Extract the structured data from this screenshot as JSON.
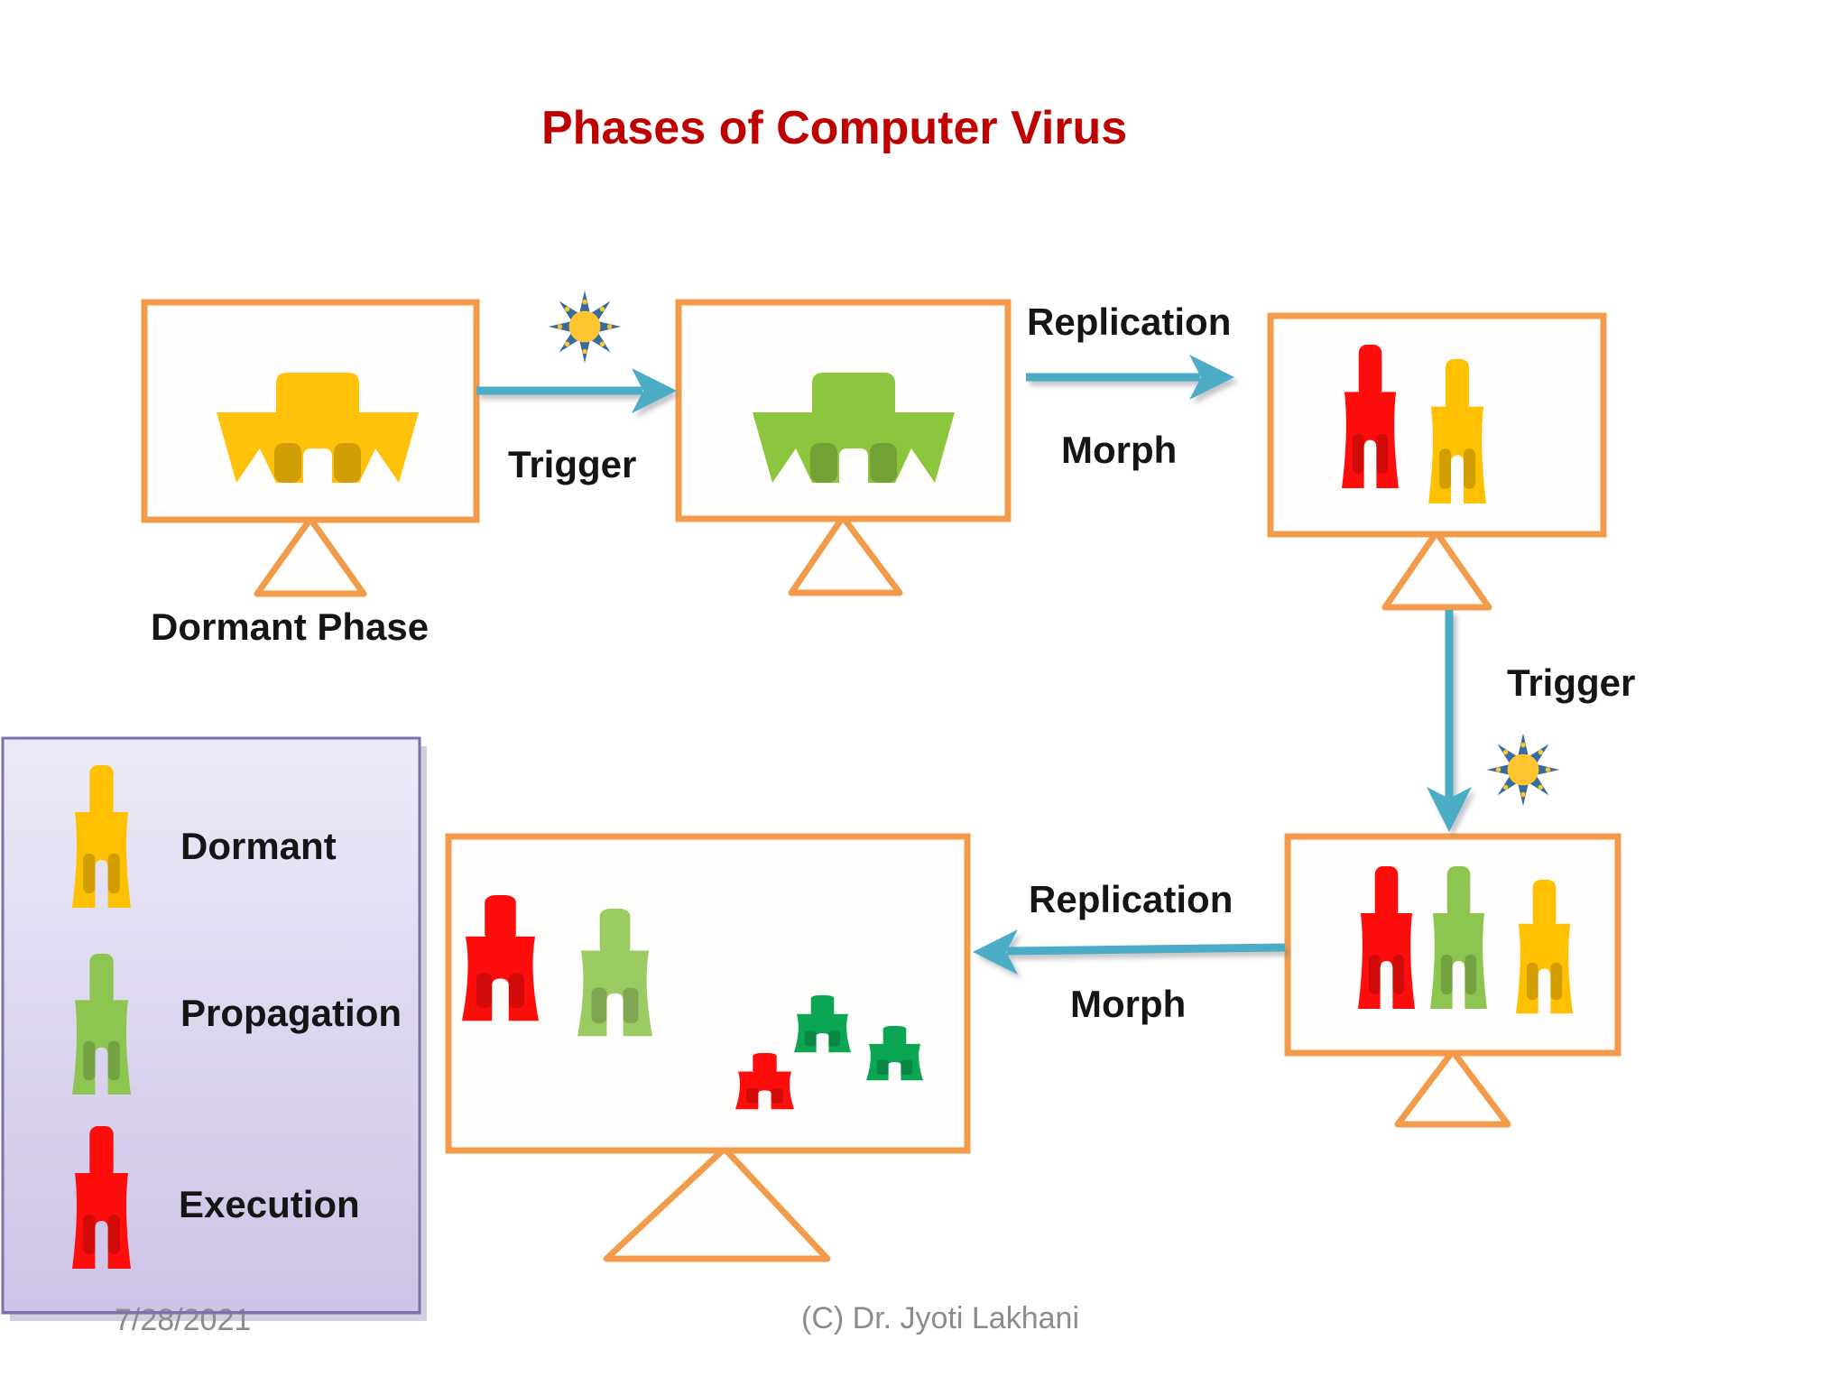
{
  "slide": {
    "title": "Phases of Computer Virus",
    "title_color": "#C00000",
    "footer": {
      "date": "7/28/2021",
      "credit": "(C) Dr. Jyoti Lakhani"
    }
  },
  "flow": {
    "phase_label": "Dormant Phase",
    "trigger_label_1": "Trigger",
    "replication_label_1": "Replication",
    "morph_label_1": "Morph",
    "trigger_label_2": "Trigger",
    "replication_label_2": "Replication",
    "morph_label_2": "Morph"
  },
  "legend": {
    "items": [
      {
        "label": "Dormant",
        "color": "#FFC000"
      },
      {
        "label": "Propagation",
        "color": "#8CC650"
      },
      {
        "label": "Execution",
        "color": "#FF0D0D"
      }
    ]
  },
  "diagram": {
    "nodes": [
      {
        "id": "monitor-1",
        "phase": "Dormant",
        "figures": [
          "yellow-wide-virus"
        ]
      },
      {
        "id": "monitor-2",
        "phase": "Propagation",
        "figures": [
          "green-wide-virus"
        ]
      },
      {
        "id": "monitor-3",
        "phase": "Replication/Morph result",
        "figures": [
          "red-virus",
          "yellow-virus"
        ]
      },
      {
        "id": "monitor-4",
        "phase": "After trigger",
        "figures": [
          "red-virus",
          "green-virus",
          "yellow-virus"
        ]
      },
      {
        "id": "monitor-5",
        "phase": "Replication/Morph result",
        "figures": [
          "red-virus-large",
          "green-virus-large",
          "small-dark-green-virus",
          "small-red-virus",
          "small-dark-green-virus"
        ]
      }
    ],
    "edges": [
      {
        "from": "monitor-1",
        "to": "monitor-2",
        "label": "Trigger",
        "icon": "sun"
      },
      {
        "from": "monitor-2",
        "to": "monitor-3",
        "label": "Replication Morph"
      },
      {
        "from": "monitor-3",
        "to": "monitor-4",
        "label": "Trigger",
        "icon": "sun"
      },
      {
        "from": "monitor-4",
        "to": "monitor-5",
        "label": "Replication Morph"
      }
    ]
  },
  "colors": {
    "monitor_border_orange": "#F29C4B",
    "arrow_teal": "#4BACC6",
    "virus_yellow": "#FFC000",
    "virus_green": "#8CC650",
    "virus_green_large": "#9BCB63",
    "virus_dark_green": "#0AA653",
    "virus_red": "#FF0D0D",
    "sun_petals_blue": "#3A6B9D",
    "sun_core_yellow": "#FFC430",
    "legend_gradient_top": "#EDEAF7",
    "legend_gradient_bottom": "#CDC3E7",
    "legend_border_purple": "#7C71AE",
    "footer_gray": "#8C8C8C"
  }
}
